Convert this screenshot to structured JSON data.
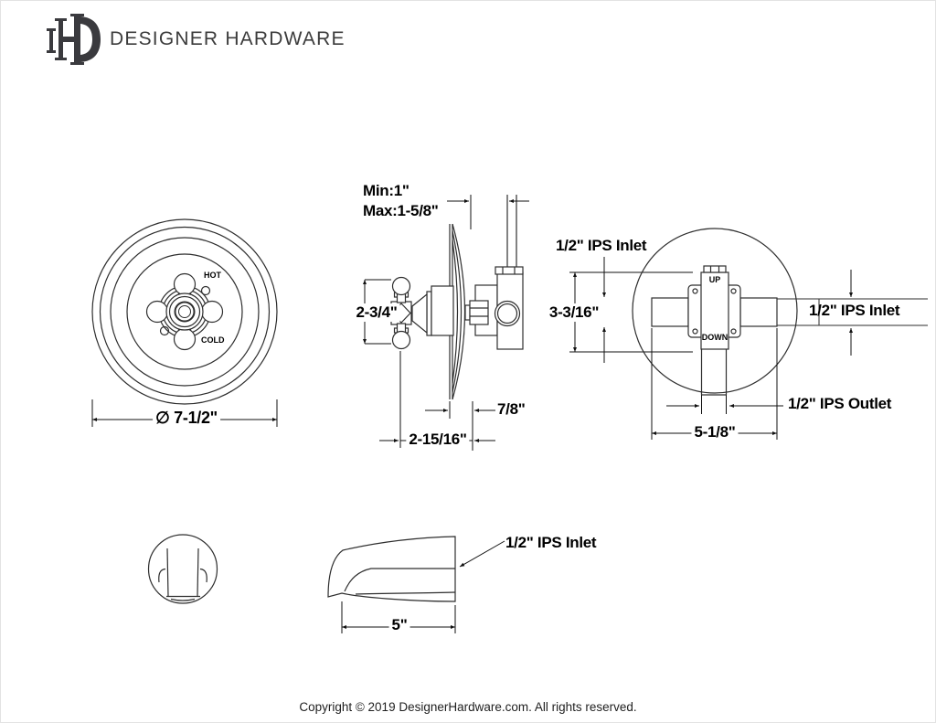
{
  "brand": {
    "monogram": "DH",
    "name": "DESIGNER HARDWARE"
  },
  "front_view": {
    "hot_label": "HOT",
    "cold_label": "COLD",
    "diameter": "∅ 7-1/2\""
  },
  "side_view": {
    "wall_min": "Min:1\"",
    "wall_max": "Max:1-5/8\"",
    "handle_height": "2-3/4\"",
    "flange_depth": "7/8\"",
    "handle_to_wall": "2-15/16\""
  },
  "rear_view": {
    "left_inlet": "1/2\" IPS Inlet",
    "body_height": "3-3/16\"",
    "right_inlet": "1/2\" IPS Inlet",
    "outlet": "1/2\" IPS Outlet",
    "body_width": "5-1/8\"",
    "up_label": "UP",
    "down_label": "DOWN"
  },
  "spout_view": {
    "inlet": "1/2\" IPS Inlet",
    "length": "5\""
  },
  "footer": {
    "copyright": "Copyright © 2019 DesignerHardware.com. All rights reserved."
  },
  "colors": {
    "line": "#2e2e2e",
    "logo": "#3a3a3e",
    "text": "#000000"
  }
}
